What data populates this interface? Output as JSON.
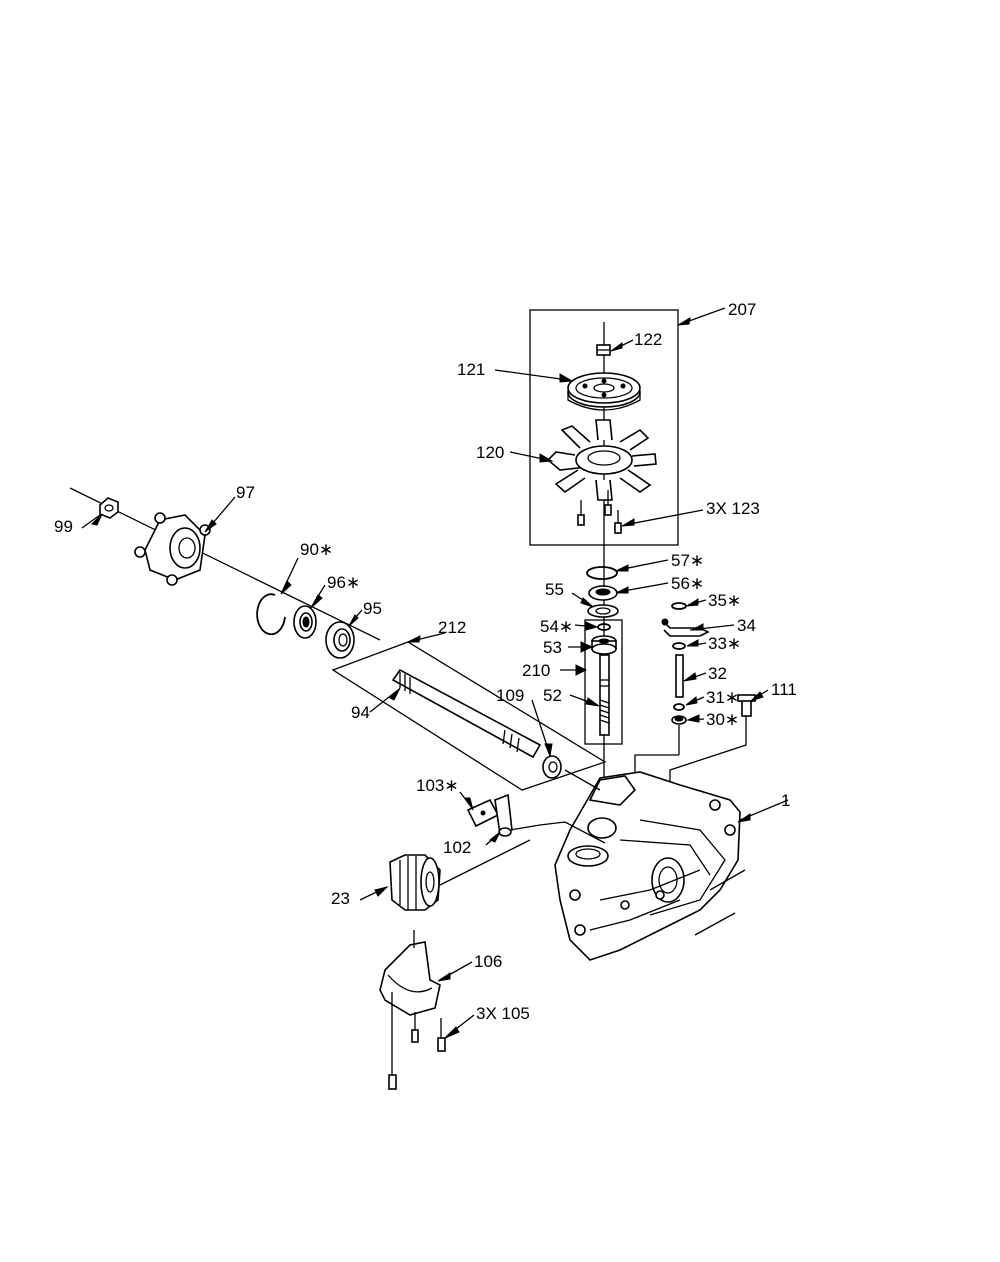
{
  "labels": {
    "l207": "207",
    "l122": "122",
    "l121": "121",
    "l120": "120",
    "l123": "3X  123",
    "l97": "97",
    "l99": "99",
    "l90": "90∗",
    "l96": "96∗",
    "l95": "95",
    "l212": "212",
    "l94": "94",
    "l109": "109",
    "l57": "57∗",
    "l56": "56∗",
    "l55": "55",
    "l54": "54∗",
    "l53": "53",
    "l210": "210",
    "l52": "52",
    "l35": "35∗",
    "l34": "34",
    "l33": "33∗",
    "l32": "32",
    "l31": "31∗",
    "l30": "30∗",
    "l111": "111",
    "l1": "1",
    "l103": "103∗",
    "l102": "102",
    "l23": "23",
    "l106": "106",
    "l105": "3X  105"
  }
}
